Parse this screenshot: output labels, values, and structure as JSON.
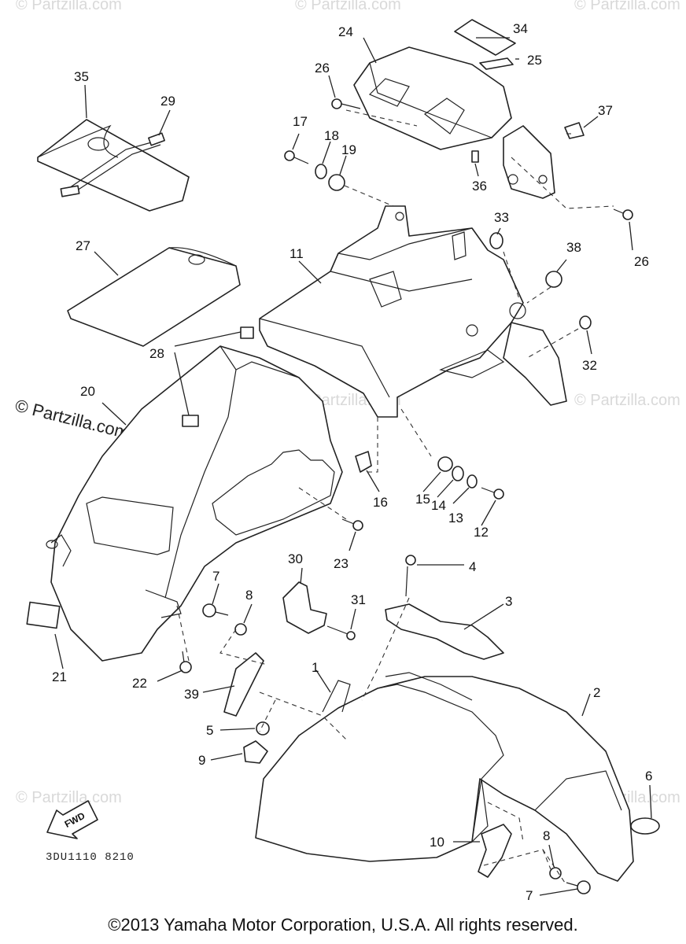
{
  "watermark": "© Partzilla.com",
  "diagram_code": "3DU1110 8210",
  "copyright": "©2013 Yamaha Motor Corporation, U.S.A. All rights reserved.",
  "fwd_label": "FWD",
  "callouts": [
    "1",
    "2",
    "3",
    "4",
    "5",
    "6",
    "7",
    "7",
    "8",
    "8",
    "9",
    "10",
    "11",
    "12",
    "13",
    "14",
    "15",
    "16",
    "17",
    "18",
    "19",
    "20",
    "21",
    "22",
    "23",
    "24",
    "25",
    "26",
    "26",
    "27",
    "28",
    "29",
    "30",
    "31",
    "32",
    "33",
    "34",
    "35",
    "36",
    "37",
    "38",
    "39"
  ]
}
